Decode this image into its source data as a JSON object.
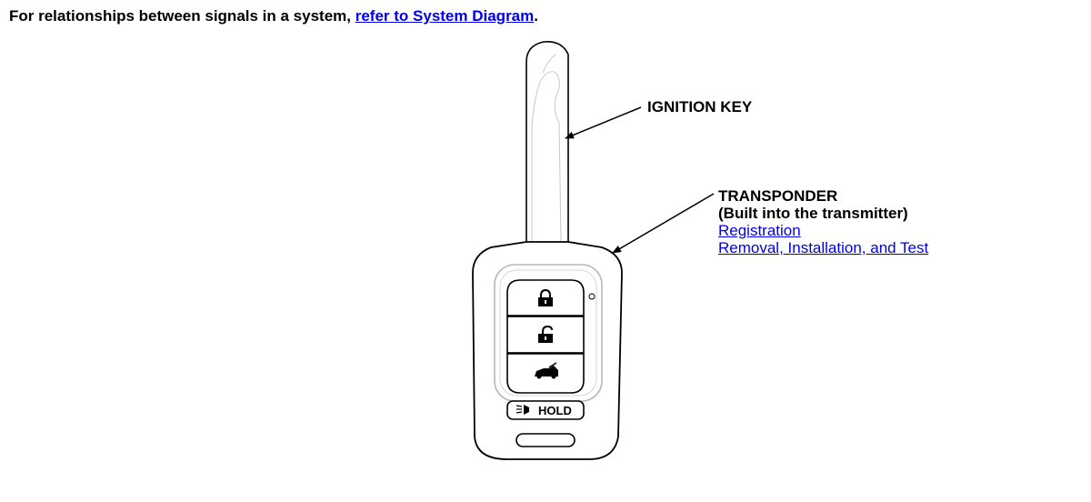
{
  "intro": {
    "text_before": "For relationships between signals in a system, ",
    "link": "refer to System Diagram",
    "text_after": "."
  },
  "labels": {
    "ignition_key": "IGNITION KEY",
    "transponder_title": "TRANSPONDER",
    "transponder_subtitle": "(Built into the transmitter)",
    "registration_link": "Registration",
    "removal_link": "Removal, Installation, and Test"
  },
  "remote": {
    "hold_label": "HOLD",
    "buttons": [
      "lock-icon",
      "unlock-icon",
      "tailgate-icon"
    ],
    "panic_icon": "light-beam-icon"
  },
  "colors": {
    "link": "#0000ee",
    "line": "#000000",
    "inner_outline": "#b8b8b8"
  }
}
